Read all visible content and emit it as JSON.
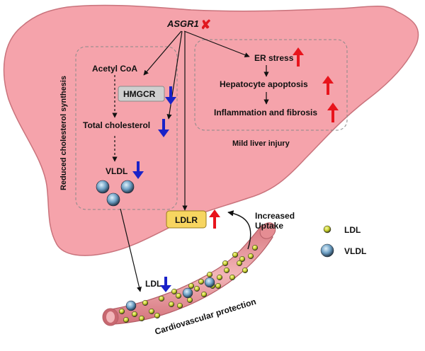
{
  "gene": {
    "label": "ASGR1",
    "knockout_mark": "✘"
  },
  "synthesis_panel": {
    "side_label": "Reduced cholesterol synthesis",
    "acetyl_coa": "Acetyl CoA",
    "hmgcr": "HMGCR",
    "total_cholesterol": "Total cholesterol",
    "vldl": "VLDL"
  },
  "injury_panel": {
    "er_stress": "ER stress",
    "apoptosis": "Hepatocyte apoptosis",
    "inflammation": "Inflammation and fibrosis",
    "caption": "Mild liver injury"
  },
  "receptor": {
    "label": "LDLR"
  },
  "uptake": {
    "line1": "Increased",
    "line2": "Uptake"
  },
  "vessel": {
    "ldl_label": "LDL",
    "caption": "Cardiovascular protection"
  },
  "legend": {
    "ldl": "LDL",
    "vldl": "VLDL"
  },
  "colors": {
    "liver_fill": "#f5a3ab",
    "liver_stroke": "#c9737c",
    "up_arrow": "#e8141c",
    "down_arrow": "#1a22c8",
    "knockout": "#e0181f",
    "hmgcr_box": "#cfcfcf",
    "ldlr_box": "#f7d560",
    "vessel_wall": "#e58d93",
    "vessel_lumen": "#f3b9bc",
    "ldl_particle": "#c7cf2c",
    "vldl_particle": "#5a8fb8"
  }
}
